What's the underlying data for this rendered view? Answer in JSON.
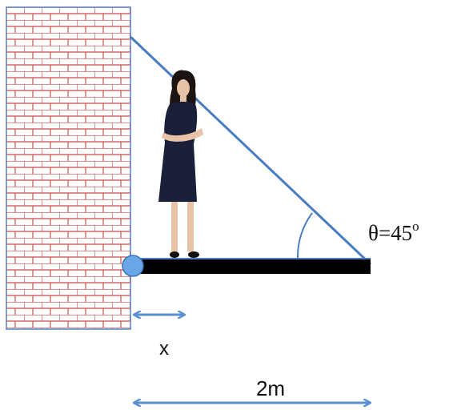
{
  "labels": {
    "angle_symbol": "θ",
    "angle_equals": "=45",
    "angle_unit": "o",
    "x_label": "x",
    "length_label": "2m"
  },
  "colors": {
    "brick_mortar": "#d24a4a",
    "brick_fill": "#ffffff",
    "wall_border": "#5b7fc0",
    "cable": "#4a7cc2",
    "beam": "#000000",
    "hinge": "#6aa6e6",
    "dimension_arrow": "#5b8fd0",
    "dress": "#1a1f3a",
    "skin": "#e8c2a6",
    "hair": "#1b1410"
  },
  "icons": {
    "hinge": "hinge-pin-icon",
    "person": "standing-woman-figure"
  }
}
